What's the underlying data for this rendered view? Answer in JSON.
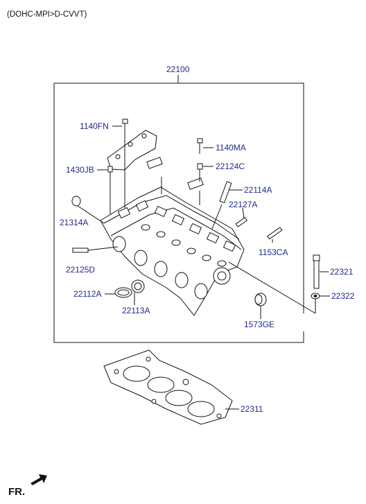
{
  "header": {
    "spec": "(DOHC-MPI>D-CVVT)"
  },
  "assembly": {
    "number": "22100"
  },
  "parts": {
    "p1140FN": "1140FN",
    "p1430JB": "1430JB",
    "p1140MA": "1140MA",
    "p22124C": "22124C",
    "p22114A": "22114A",
    "p22127A": "22127A",
    "p21314A": "21314A",
    "p1153CA": "1153CA",
    "p22125D": "22125D",
    "p22321": "22321",
    "p22112A": "22112A",
    "p22322": "22322",
    "p22113A": "22113A",
    "p1573GE": "1573GE",
    "p22311": "22311"
  },
  "footer": {
    "direction": "FR."
  }
}
